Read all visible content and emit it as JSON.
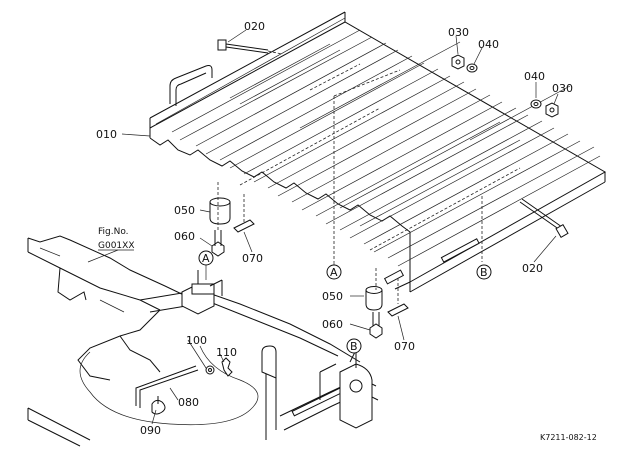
{
  "parts": {
    "p010": "010",
    "p020_top": "020",
    "p020_right": "020",
    "p030_top": "030",
    "p040_top": "040",
    "p040_right": "040",
    "p030_right": "030",
    "p050_left": "050",
    "p060_left": "060",
    "p070_left": "070",
    "p050_right": "050",
    "p060_right": "060",
    "p070_right": "070",
    "p100": "100",
    "p110": "110",
    "p080": "080",
    "p090": "090"
  },
  "refs": {
    "a_top": "A",
    "a_bottom": "A",
    "b_top": "B",
    "b_bottom": "B"
  },
  "figure_ref": {
    "line1": "Fig.No.",
    "line2": "G001XX"
  },
  "drawing_code": "K7211-082-12"
}
